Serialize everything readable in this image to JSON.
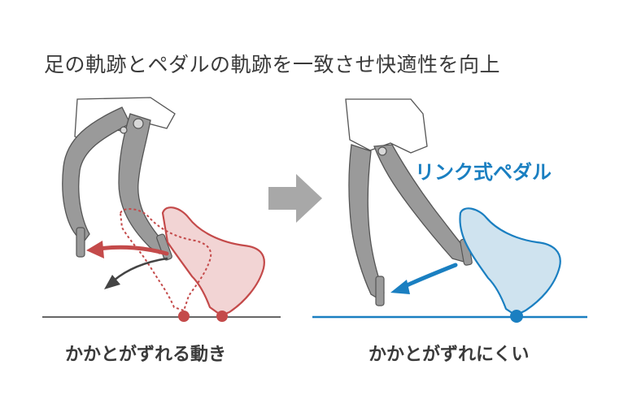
{
  "title": "足の軌跡とペダルの軌跡を一致させ快適性を向上",
  "left_panel": {
    "caption": "かかとがずれる動き"
  },
  "right_panel": {
    "caption": "かかとがずれにくい",
    "label": "リンク式ペダル"
  },
  "colors": {
    "text": "#3a3a3a",
    "red_accent": "#c44a4a",
    "red_fill": "#f2d4d4",
    "blue_accent": "#1a7fc1",
    "blue_fill": "#cfe3ef",
    "leg_gray": "#9a9a9a",
    "arrow_gray": "#a8a8a8"
  },
  "icons": [
    "right-arrow-icon",
    "red-curved-arrow-icon",
    "dark-curved-arrow-icon",
    "blue-arrow-icon"
  ]
}
